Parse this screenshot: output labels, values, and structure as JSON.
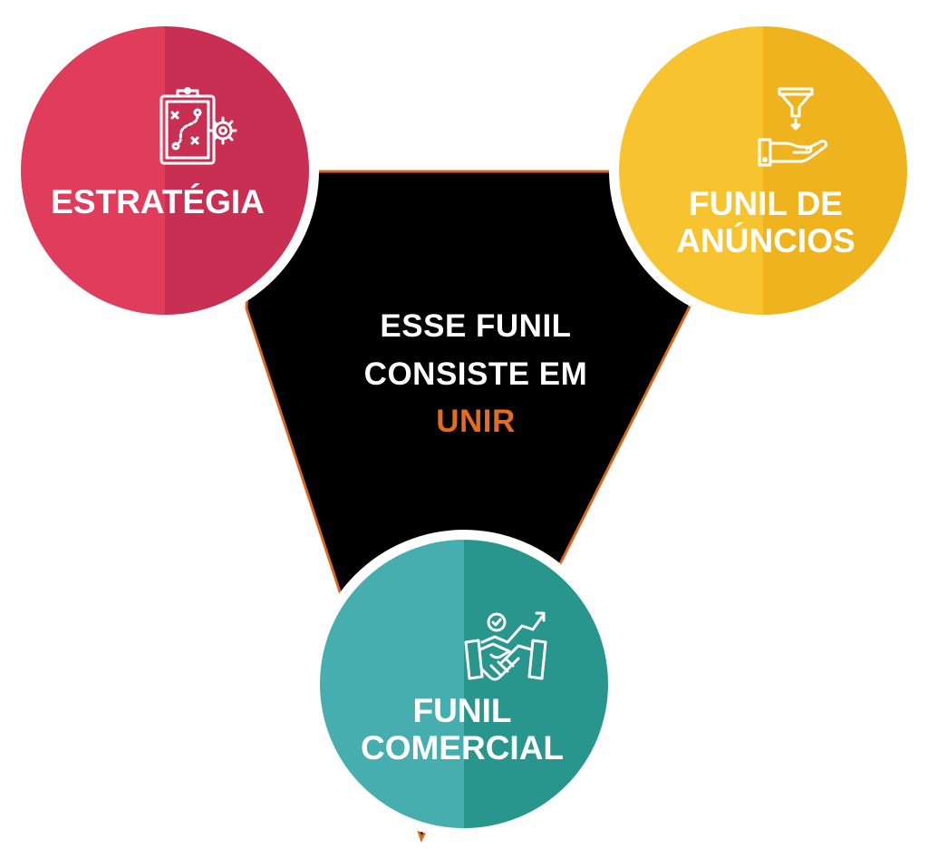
{
  "colors": {
    "background": "#ffffff",
    "funnel": "#000000",
    "funnel_outline": "#d9651e",
    "accent_text": "#e36c1f",
    "strategy_left": "#e03d5c",
    "strategy_right": "#c92f52",
    "ads_left": "#f7c42f",
    "ads_right": "#efb41d",
    "commercial_left": "#46aeae",
    "commercial_right": "#28968d"
  },
  "center": {
    "line1": "ESSE FUNIL",
    "line2": "CONSISTE EM",
    "highlight": "UNIR"
  },
  "nodes": {
    "strategy": {
      "label": "ESTRATÉGIA",
      "icon": "strategy-clipboard-gear-icon"
    },
    "ads": {
      "line1": "FUNIL DE",
      "line2": "ANÚNCIOS",
      "icon": "funnel-hand-icon"
    },
    "commercial": {
      "line1": "FUNIL",
      "line2": "COMERCIAL",
      "icon": "handshake-growth-icon"
    }
  }
}
